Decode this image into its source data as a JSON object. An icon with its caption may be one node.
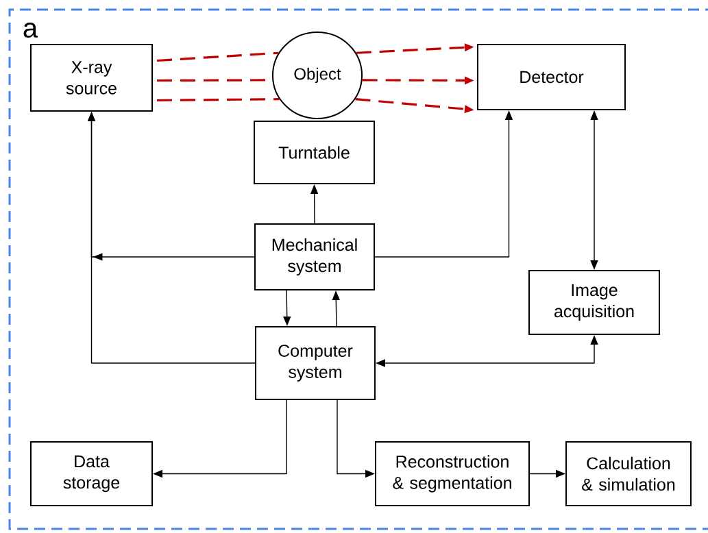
{
  "diagram": {
    "nodes": [
      {
        "text": [
          "X-ray source"
        ]
      },
      {
        "text": [
          "Object"
        ]
      },
      {
        "text": [
          "Detector"
        ]
      },
      {
        "text": [
          "Turntable"
        ]
      },
      {
        "text": [
          "Mechanical system"
        ]
      },
      {
        "text": [
          "Image acquisition"
        ]
      },
      {
        "text": [
          "Computer system"
        ]
      },
      {
        "text": [
          "Data storage"
        ]
      },
      {
        "text": [
          "Reconstruction & segmentation"
        ]
      },
      {
        "text": [
          "Calculation & simulation"
        ]
      }
    ],
    "edges": [
      {
        "from": 0,
        "to": 1,
        "arrow": "none",
        "style": "dashed",
        "color": "#c00000"
      },
      {
        "from": 1,
        "to": 2,
        "arrow": "to",
        "style": "dashed",
        "color": "#c00000"
      },
      {
        "from": 0,
        "to": 1,
        "arrow": "none",
        "style": "dashed",
        "color": "#c00000"
      },
      {
        "from": 1,
        "to": 2,
        "arrow": "to",
        "style": "dashed",
        "color": "#c00000"
      },
      {
        "from": 0,
        "to": 1,
        "arrow": "none",
        "style": "dashed",
        "color": "#c00000"
      },
      {
        "from": 1,
        "to": 2,
        "arrow": "to",
        "style": "dashed",
        "color": "#c00000"
      },
      {
        "from": 4,
        "to": 3,
        "arrow": "to"
      },
      {
        "from": 4,
        "to": 0,
        "arrow": "to"
      },
      {
        "from": 6,
        "to": 0,
        "arrow": "to"
      },
      {
        "from": 4,
        "to": 2,
        "arrow": "to"
      },
      {
        "from": 2,
        "to": 5,
        "arrow": "both"
      },
      {
        "from": 4,
        "to": 6,
        "arrow": "to"
      },
      {
        "from": 6,
        "to": 4,
        "arrow": "to"
      },
      {
        "from": 6,
        "to": 5,
        "arrow": "both"
      },
      {
        "from": 6,
        "to": 7,
        "arrow": "to"
      },
      {
        "from": 6,
        "to": 8,
        "arrow": "to"
      },
      {
        "from": 8,
        "to": 9,
        "arrow": "to"
      }
    ],
    "labels": [
      "a"
    ]
  }
}
